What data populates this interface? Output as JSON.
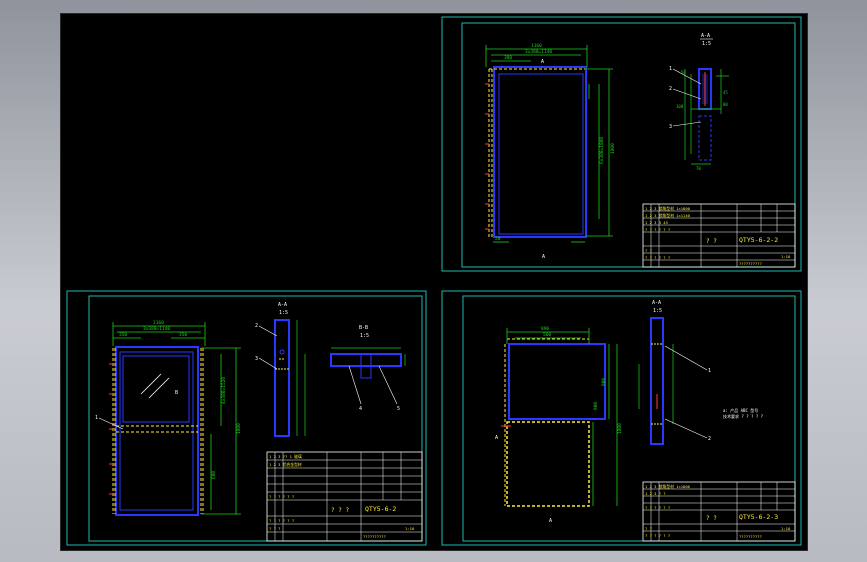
{
  "colors": {
    "background": "#000000",
    "sheet_frame": "#1fb7b0",
    "part_outline": "#2a38ff",
    "hidden_line": "#ffee33",
    "dimension": "#1ad11a",
    "callout": "#ffffff",
    "section_mark": "#ff3b3b",
    "titleblock_line": "#ffffff",
    "titleblock_text": "#ffee33"
  },
  "sheets": {
    "top_right": {
      "section_label": "A-A",
      "section_scale": "1:5",
      "mark_top": "A",
      "mark_bottom": "A",
      "width_dim": "1160",
      "inner_dim": "3x380=1140",
      "small_dim": "380",
      "height_dim": "1800",
      "segment_dim": "6x380=1800",
      "offset_dim": "20",
      "callouts": [
        "1",
        "2",
        "3"
      ],
      "section_dims": [
        "50",
        "100",
        "45",
        "80",
        "70"
      ],
      "title_code": "QTY5-6-2-2",
      "title_rows": [
        "1  2  3  锁角型材  1×1800",
        "1  2  3  锁角型材  1×1140",
        "1 2 3      3   45",
        "? ? ? ? ? ?",
        "? ?",
        "? ? ? ? ? ?"
      ],
      "title_name": "? ?",
      "title_scale": "1:10",
      "title_footer": "??????????"
    },
    "bottom_left": {
      "section_label": "A-A",
      "section_scale": "1:5",
      "section2_label": "B-B",
      "section2_scale": "1:5",
      "mark": "B",
      "width_dim": "1160",
      "inner_dim": "3x380=1140",
      "small_dims": [
        "350",
        "350"
      ],
      "height_dim": "1800",
      "segment_dim": "4x380=1520",
      "lower_dim": "680",
      "callouts": [
        "1",
        "2",
        "3",
        "4",
        "5"
      ],
      "title_code": "QTY5-6-2",
      "title_rows": [
        "1  2  3  ?? 1  玻璃",
        "1  2  3  铝合金型材",
        "? ? ? ? ? ?",
        "? ? ? ? ? ?",
        "? ? ?"
      ],
      "title_name": "? ? ?",
      "title_scale": "1:10",
      "title_footer": "??????????"
    },
    "bottom_right": {
      "section_label": "A-A",
      "section_scale": "1:5",
      "mark_top": "A",
      "mark_bottom": "A",
      "width_dim": "890",
      "inner_dim": "560",
      "height_dim": "1800",
      "upper_dim": "900",
      "lower_dim": "900",
      "callouts": [
        "1",
        "2"
      ],
      "note_lines": [
        "a: 产品 ABC 型号",
        "技术要求 ? ? ? ? ?"
      ],
      "title_code": "QTY5-6-2-3",
      "title_rows": [
        "1  2  3  锁角型材  1×1800",
        "1  2  3  ? ?",
        "? ? ? ? ? ?",
        "? ?",
        "? ? ? ? ? ?"
      ],
      "title_name": "? ?",
      "title_scale": "1:10",
      "title_footer": "??????????"
    }
  }
}
